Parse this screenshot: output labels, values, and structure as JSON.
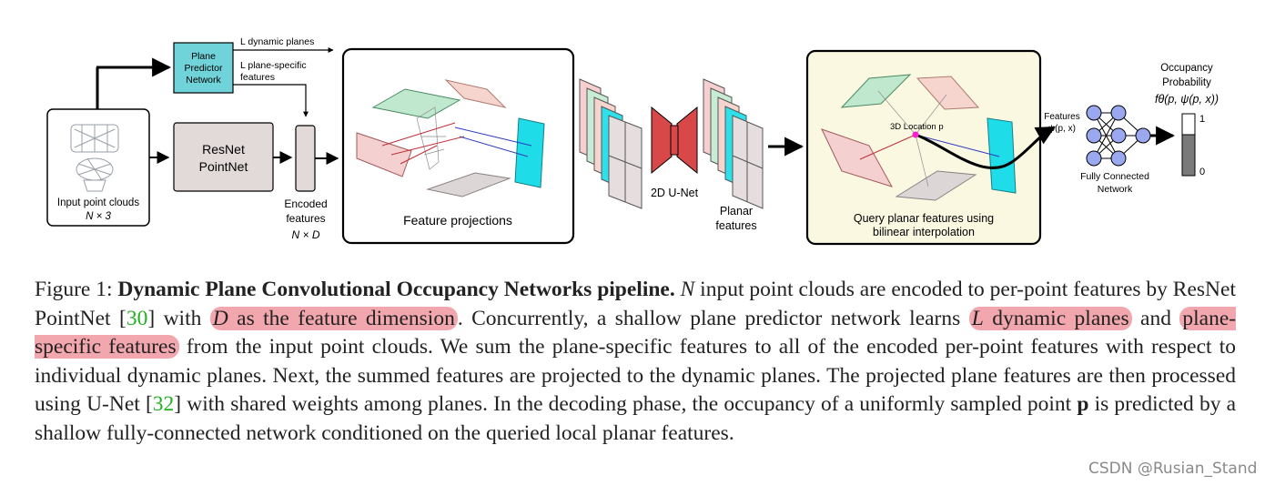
{
  "figure": {
    "input": {
      "label": "Input point clouds",
      "dim": "N × 3"
    },
    "plane_predictor": {
      "line1": "Plane",
      "line2": "Predictor",
      "line3": "Network"
    },
    "dynamic_planes_label": "L dynamic planes",
    "plane_specific_line1": "L plane-specific",
    "plane_specific_line2": "features",
    "resnet": {
      "line1": "ResNet",
      "line2": "PointNet"
    },
    "encoded": {
      "line1": "Encoded",
      "line2": "features",
      "dim": "N × D"
    },
    "projection_label": "Feature projections",
    "unet_label": "2D U-Net",
    "planar": {
      "line1": "Planar",
      "line2": "features"
    },
    "query": {
      "line1": "Query planar features using",
      "line2": "bilinear interpolation",
      "location": "3D Location p"
    },
    "features_psi": {
      "line1": "Features",
      "line2": "ψ(p, x)"
    },
    "fc": {
      "line1": "Fully Connected",
      "line2": "Network"
    },
    "occupancy": {
      "line1": "Occupancy",
      "line2": "Probability",
      "formula": "fθ(p, ψ(p, x))",
      "tick_top": "1",
      "tick_bottom": "0"
    },
    "colors": {
      "plane_predictor": "#6fd3d9",
      "resnet": "#e2d9d9",
      "query_bg": "#fbf8e2",
      "unet": "#d94848",
      "neuron": "#9aa8f0"
    }
  },
  "caption": {
    "prefix": "Figure 1:",
    "title": "Dynamic Plane Convolutional Occupancy Networks pipeline.",
    "s1_var": "N",
    "s1": "input point clouds are encoded to per-point features by ResNet PointNet",
    "cite1": "30",
    "s2": "with",
    "var_d": "D",
    "hl1": "as the feature dimension",
    "s3": ". Concurrently, a shallow plane predictor network learns",
    "var_l": "L",
    "hl2": "dynamic planes",
    "s4": "and",
    "hl3": "plane-specific features",
    "s5": "from the input point clouds. We sum the plane-specific features to all of the encoded per-point features with respect to individual dynamic planes. Next, the summed features are projected to the dynamic planes. The projected plane features are then processed using U-Net",
    "cite2": "32",
    "s6": "with shared weights among planes. In the decoding phase, the occupancy of a uniformly sampled point",
    "var_p": "p",
    "s7": "is predicted by a shallow fully-connected network conditioned on the queried local planar features."
  },
  "watermark": "CSDN @Rusian_Stand"
}
